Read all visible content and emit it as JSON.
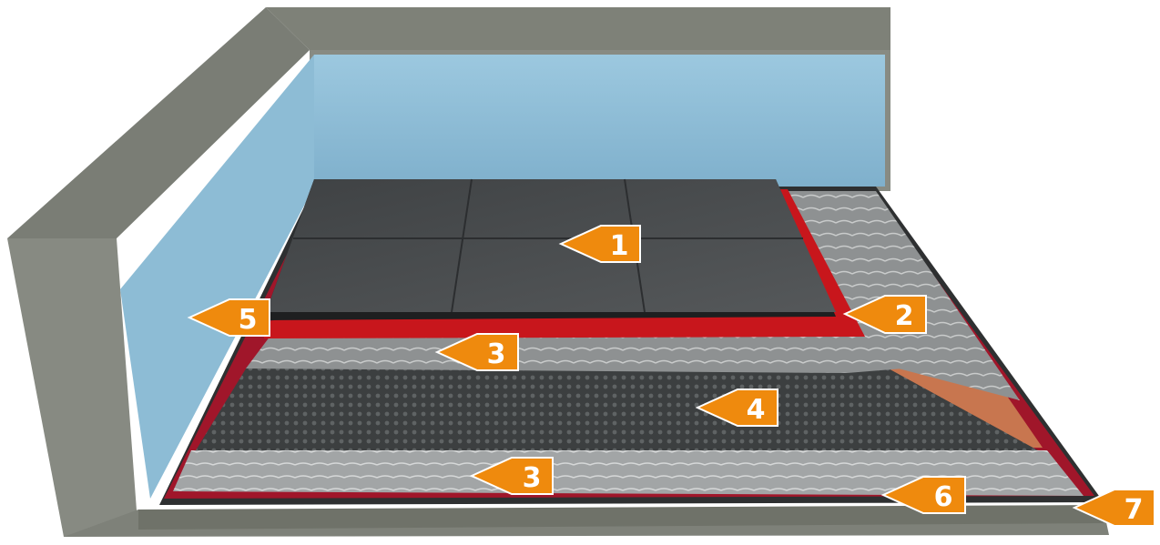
{
  "colors": {
    "concrete": "#8a8d84",
    "concrete_dark": "#6d7068",
    "insulation": "#8fbdd6",
    "tile": "#4a4c4e",
    "membrane_red": "#c0161b",
    "adhesive_grey": "#9a9c9c",
    "mat_dark": "#3e4142",
    "primer_orange": "#d07a55",
    "callout_fill": "#ef8a0d",
    "callout_text": "#ffffff"
  },
  "callouts": [
    {
      "id": "tile",
      "label": "1"
    },
    {
      "id": "waterproof-edge",
      "label": "2"
    },
    {
      "id": "upper-adhesive",
      "label": "3"
    },
    {
      "id": "drainage-mat",
      "label": "4"
    },
    {
      "id": "edge-insulation",
      "label": "5"
    },
    {
      "id": "sealing-layer",
      "label": "6"
    },
    {
      "id": "substrate",
      "label": "7"
    },
    {
      "id": "lower-adhesive",
      "label": "3"
    }
  ]
}
